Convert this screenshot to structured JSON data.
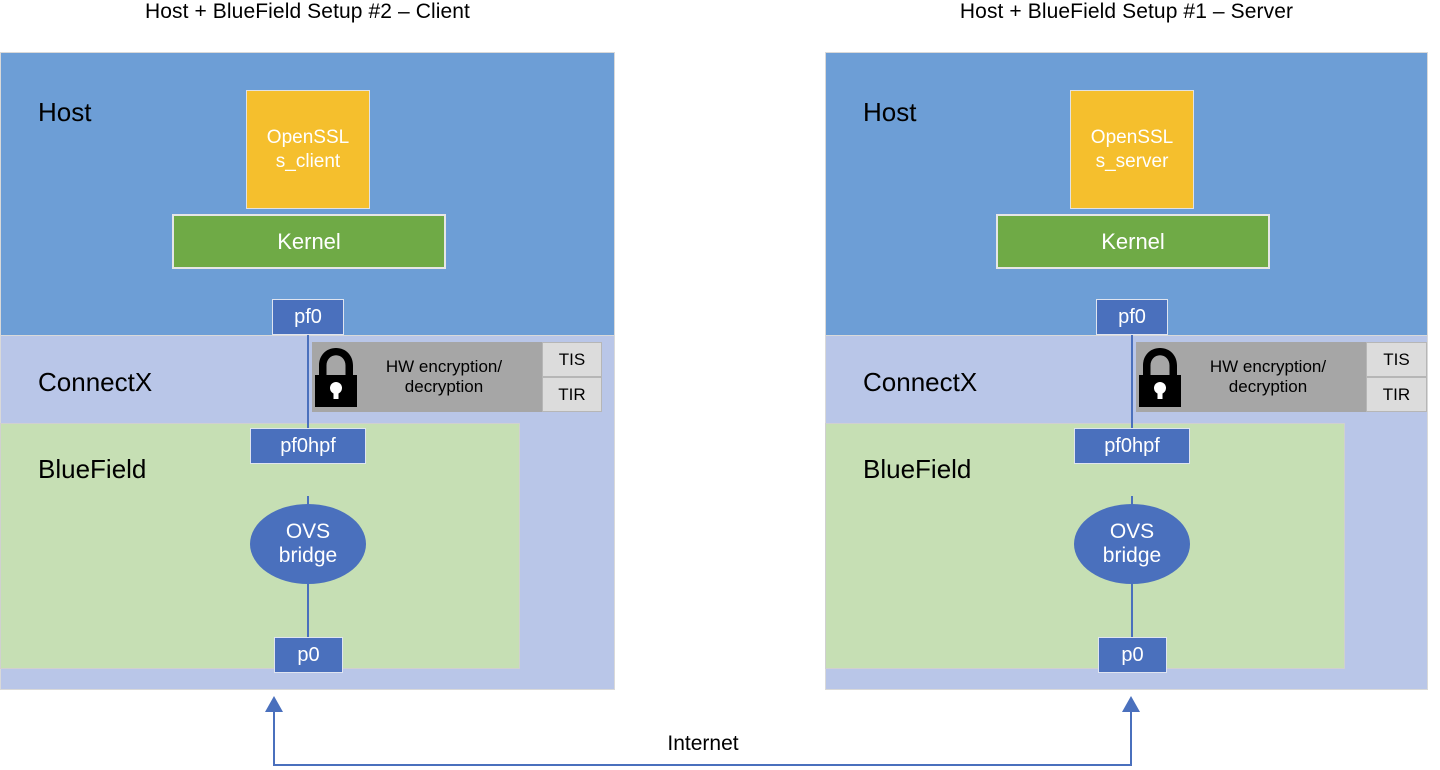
{
  "diagram": {
    "title_left": "Host + BlueField Setup #2 – Client",
    "title_right": "Host + BlueField Setup #1 – Server",
    "network_label": "Internet",
    "colors": {
      "host": "#6d9ed6",
      "connectx": "#b9c6e8",
      "bluefield": "#c6dfb4",
      "app": "#f5bf2d",
      "kernel": "#6faa46",
      "port": "#4a70bd",
      "hw": "#a6a6a6",
      "tag": "#dcdcdc",
      "line": "#4a70bd"
    }
  },
  "left": {
    "layers": {
      "host": "Host",
      "connectx": "ConnectX",
      "bluefield": "BlueField"
    },
    "app": {
      "line1": "OpenSSL",
      "line2": "s_client"
    },
    "kernel": "Kernel",
    "ports": {
      "pf0": "pf0",
      "pf0hpf": "pf0hpf",
      "p0": "p0"
    },
    "ovs": {
      "line1": "OVS",
      "line2": "bridge"
    },
    "hw": {
      "line1": "HW encryption/",
      "line2": "decryption"
    },
    "tags": {
      "tis": "TIS",
      "tir": "TIR"
    },
    "icons": {
      "lock": "lock-icon"
    }
  },
  "right": {
    "layers": {
      "host": "Host",
      "connectx": "ConnectX",
      "bluefield": "BlueField"
    },
    "app": {
      "line1": "OpenSSL",
      "line2": "s_server"
    },
    "kernel": "Kernel",
    "ports": {
      "pf0": "pf0",
      "pf0hpf": "pf0hpf",
      "p0": "p0"
    },
    "ovs": {
      "line1": "OVS",
      "line2": "bridge"
    },
    "hw": {
      "line1": "HW encryption/",
      "line2": "decryption"
    },
    "tags": {
      "tis": "TIS",
      "tir": "TIR"
    },
    "icons": {
      "lock": "lock-icon"
    }
  }
}
